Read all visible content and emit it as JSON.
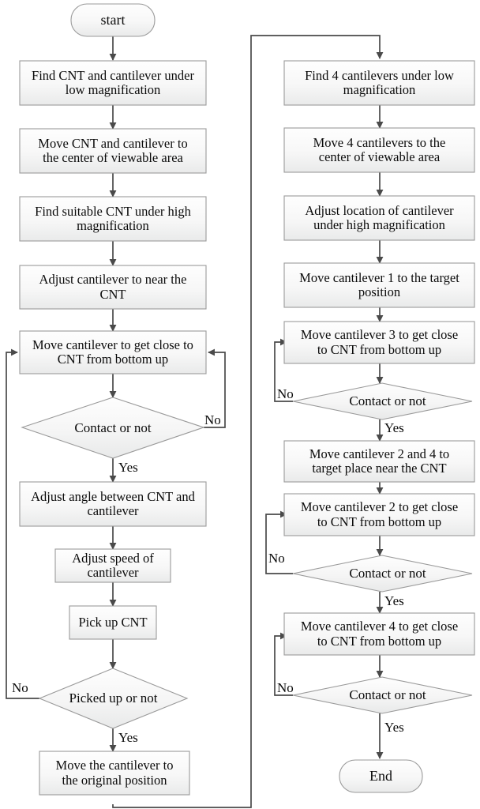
{
  "diagram": {
    "title": "CNT pick-up and cantilever manipulation flowchart",
    "style": {
      "node_fill_top": "#fdfdfd",
      "node_fill_bottom": "#eceded",
      "node_stroke": "#9a9a9a",
      "edge_stroke": "#4a4a4a",
      "text_color": "#0b0b0b",
      "background": "#ffffff"
    },
    "nodes": {
      "start": {
        "text": "start",
        "shape": "terminator"
      },
      "l1": {
        "text": "Find CNT and cantilever under\nlow magnification",
        "shape": "process"
      },
      "l2": {
        "text": "Move CNT and cantilever to\nthe center of viewable area",
        "shape": "process"
      },
      "l3": {
        "text": "Find suitable CNT under high\nmagnification",
        "shape": "process"
      },
      "l4": {
        "text": "Adjust cantilever to near the\nCNT",
        "shape": "process"
      },
      "l5": {
        "text": "Move cantilever to get close to\nCNT from bottom up",
        "shape": "process"
      },
      "d1": {
        "text": "Contact or not",
        "shape": "decision"
      },
      "l6": {
        "text": "Adjust angle between CNT and\ncantilever",
        "shape": "process"
      },
      "l7": {
        "text": "Adjust speed of\ncantilever",
        "shape": "process"
      },
      "l8": {
        "text": "Pick up CNT",
        "shape": "process"
      },
      "d2": {
        "text": "Picked up or not",
        "shape": "decision"
      },
      "l9": {
        "text": "Move the cantilever to\nthe original position",
        "shape": "process"
      },
      "r1": {
        "text": "Find 4 cantilevers under low\nmagnification",
        "shape": "process"
      },
      "r2": {
        "text": "Move 4 cantilevers to the\ncenter of viewable area",
        "shape": "process"
      },
      "r3": {
        "text": "Adjust location of cantilever\nunder high magnification",
        "shape": "process"
      },
      "r4": {
        "text": "Move cantilever 1 to the target\nposition",
        "shape": "process"
      },
      "r5": {
        "text": "Move cantilever 3 to get close\nto CNT from bottom up",
        "shape": "process"
      },
      "d3": {
        "text": "Contact or not",
        "shape": "decision"
      },
      "r6": {
        "text": "Move cantilever 2 and 4 to\ntarget place near the CNT",
        "shape": "process"
      },
      "r7": {
        "text": "Move cantilever 2 to get close\nto CNT from bottom up",
        "shape": "process"
      },
      "d4": {
        "text": "Contact or not",
        "shape": "decision"
      },
      "r8": {
        "text": "Move cantilever 4  to get close\nto CNT from bottom up",
        "shape": "process"
      },
      "d5": {
        "text": "Contact or not",
        "shape": "decision"
      },
      "end": {
        "text": "End",
        "shape": "terminator"
      }
    },
    "edge_labels": {
      "d1_no": "No",
      "d1_yes": "Yes",
      "d2_no": "No",
      "d2_yes": "Yes",
      "d3_no": "No",
      "d3_yes": "Yes",
      "d4_no": "No",
      "d4_yes": "Yes",
      "d5_no": "No",
      "d5_yes": "Yes"
    }
  }
}
